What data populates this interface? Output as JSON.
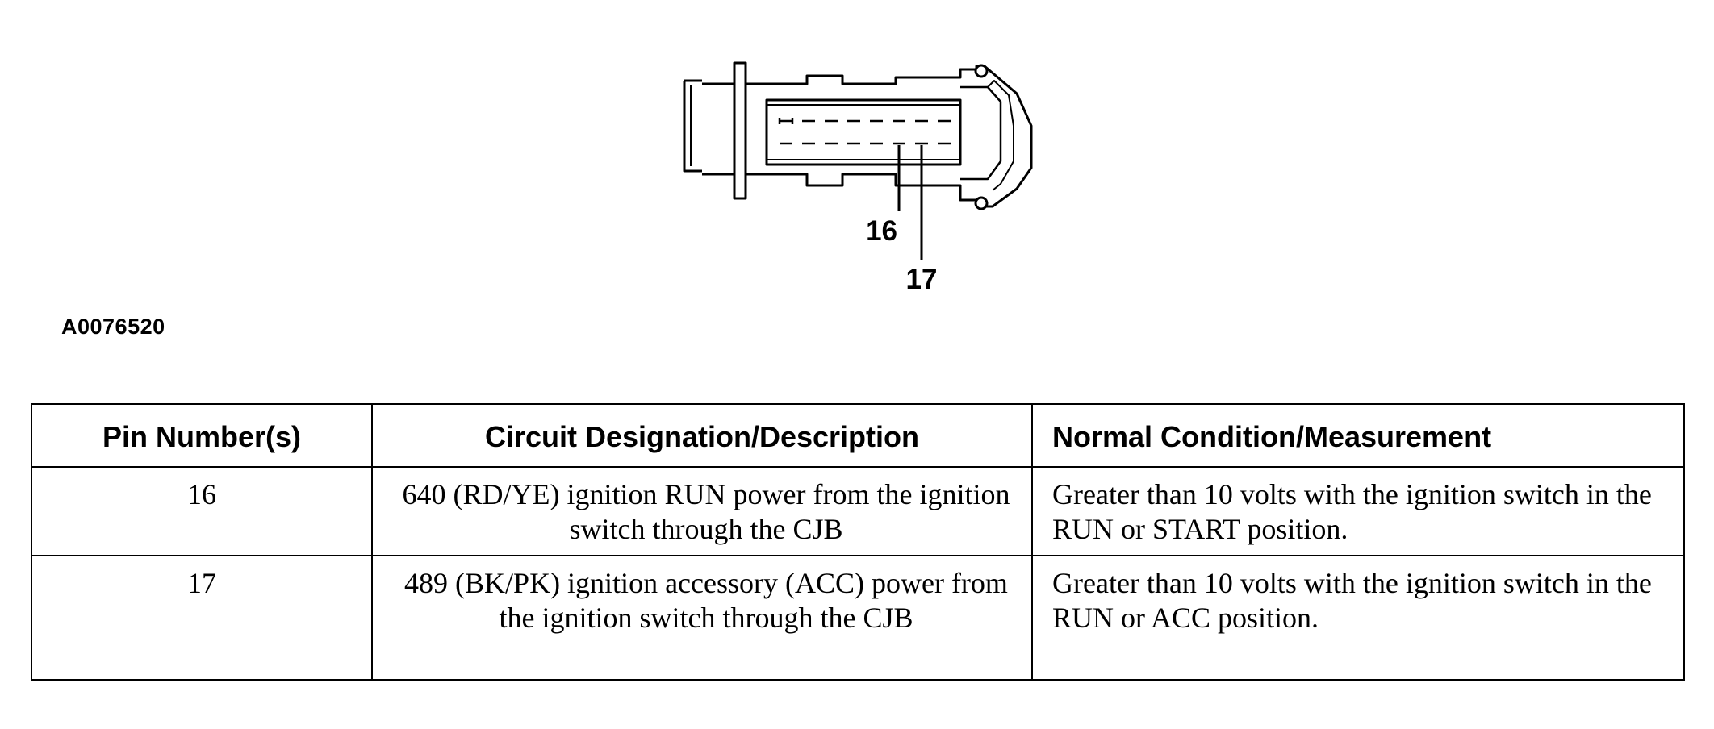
{
  "figure": {
    "id": "A0076520",
    "callouts": [
      "16",
      "17"
    ]
  },
  "table": {
    "headers": {
      "pin": "Pin Number(s)",
      "circuit": "Circuit Designation/Description",
      "condition": "Normal Condition/Measurement"
    },
    "rows": [
      {
        "pin": "16",
        "circuit": "640 (RD/YE) ignition RUN power from the ignition switch through the CJB",
        "condition": "Greater than 10 volts with the ignition switch in the RUN or START position."
      },
      {
        "pin": "17",
        "circuit": "489 (BK/PK) ignition accessory (ACC) power from the ignition switch through the CJB",
        "condition": "Greater than 10 volts with the ignition switch in the RUN or ACC position."
      }
    ]
  }
}
